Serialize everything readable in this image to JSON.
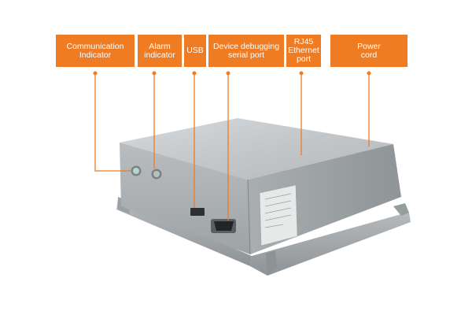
{
  "accent_color": "#ef7b22",
  "callouts": [
    {
      "id": "communication-indicator",
      "label": "Communication\nIndicator"
    },
    {
      "id": "alarm-indicator",
      "label": "Alarm\nindicator"
    },
    {
      "id": "usb",
      "label": "USB"
    },
    {
      "id": "device-debugging-serial-port",
      "label": "Device debugging\nserial port"
    },
    {
      "id": "rj45-ethernet-port",
      "label": "RJ45\nEthernet\nport"
    },
    {
      "id": "power-cord",
      "label": "Power\ncord"
    }
  ]
}
